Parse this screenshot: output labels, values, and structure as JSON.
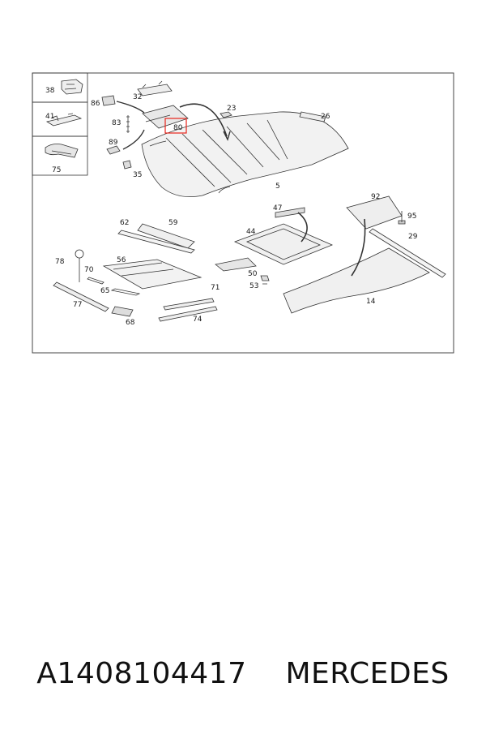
{
  "labels": {
    "p5": "5",
    "p14": "14",
    "p23": "23",
    "p26": "26",
    "p29": "29",
    "p32": "32",
    "p35": "35",
    "p38": "38",
    "p41": "41",
    "p44": "44",
    "p47": "47",
    "p50": "50",
    "p53": "53",
    "p56": "56",
    "p59": "59",
    "p62": "62",
    "p65": "65",
    "p68": "68",
    "p70": "70",
    "p71": "71",
    "p74": "74",
    "p75": "75",
    "p77": "77",
    "p78": "78",
    "p80": "80",
    "p83": "83",
    "p86": "86",
    "p89": "89",
    "p92": "92",
    "p95": "95"
  },
  "highlight_color": "#e8231a",
  "caption": {
    "part_number": "A1408104417",
    "brand": "MERCEDES"
  }
}
